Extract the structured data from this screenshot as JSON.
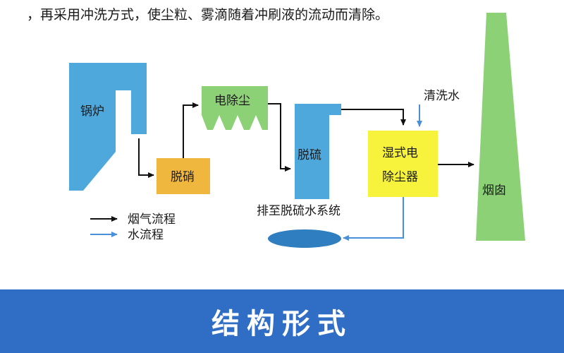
{
  "intro_text": "，再采用冲洗方式，使尘粒、雾滴随着冲刷液的流动而清除。",
  "diagram": {
    "boiler": "锅炉",
    "denitration": "脱硝",
    "esp": "电除尘",
    "desulfurization": "脱硫",
    "wet_esp_line1": "湿式电",
    "wet_esp_line2": "除尘器",
    "clean_water": "清洗水",
    "chimney": "烟囱",
    "drain_note": "排至脱硫水系统",
    "legend_flue": "烟气流程",
    "legend_water": "水流程"
  },
  "footer_title": "结构形式",
  "colors": {
    "boiler": "#4fa8dc",
    "denitration": "#f0b73e",
    "esp": "#8dd177",
    "desulfurization": "#4fa8dc",
    "wet_esp": "#f7f33c",
    "chimney": "#8dd177",
    "water_flow": "#4a90d9",
    "flue_flow": "#111111",
    "footer_bg": "#2f6ec4"
  }
}
